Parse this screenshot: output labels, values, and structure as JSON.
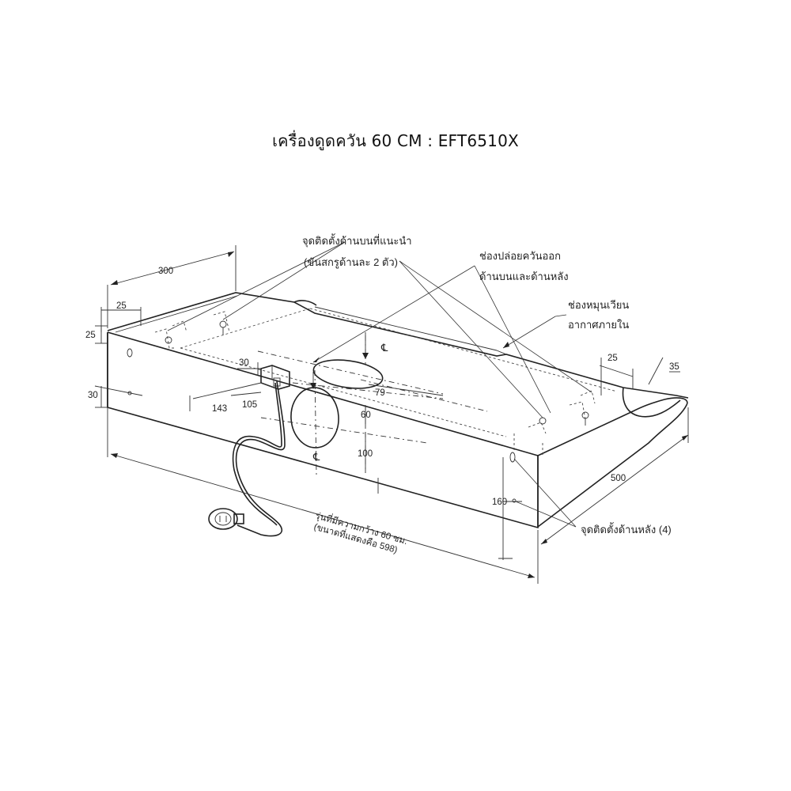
{
  "title": "เครื่องดูดควัน 60 CM : EFT6510X",
  "labels": {
    "top_mount": [
      "จุดติดตั้งด้านบนที่แนะนำ",
      "(ขันสกรูด้านละ 2 ตัว)"
    ],
    "exhaust": [
      "ช่องปล่อยควันออก",
      "ด้านบนและด้านหลัง"
    ],
    "recirculation": [
      "ช่องหมุนเวียน",
      "อากาศภายใน"
    ],
    "rear_mount": "จุดติดตั้งด้านหลัง (4)",
    "width_note": [
      "รุ่นที่มีความกว้าง 60 ซม.",
      "(ขนาดที่แสดงคือ 598)"
    ]
  },
  "dimensions": {
    "depth_top": "300",
    "left_inset_x": "25",
    "left_inset_y": "25",
    "left_low": "30",
    "right_inset_x": "25",
    "right_inset_y": "35",
    "socket_offset": "30",
    "socket_x1": "143",
    "socket_x2": "105",
    "outlet_top_offset": "79",
    "outlet_rear_v": "60",
    "outlet_rear_h": "100",
    "rear_mount_h": "160",
    "depth": "500"
  },
  "symbols": {
    "centerline": "℄"
  }
}
